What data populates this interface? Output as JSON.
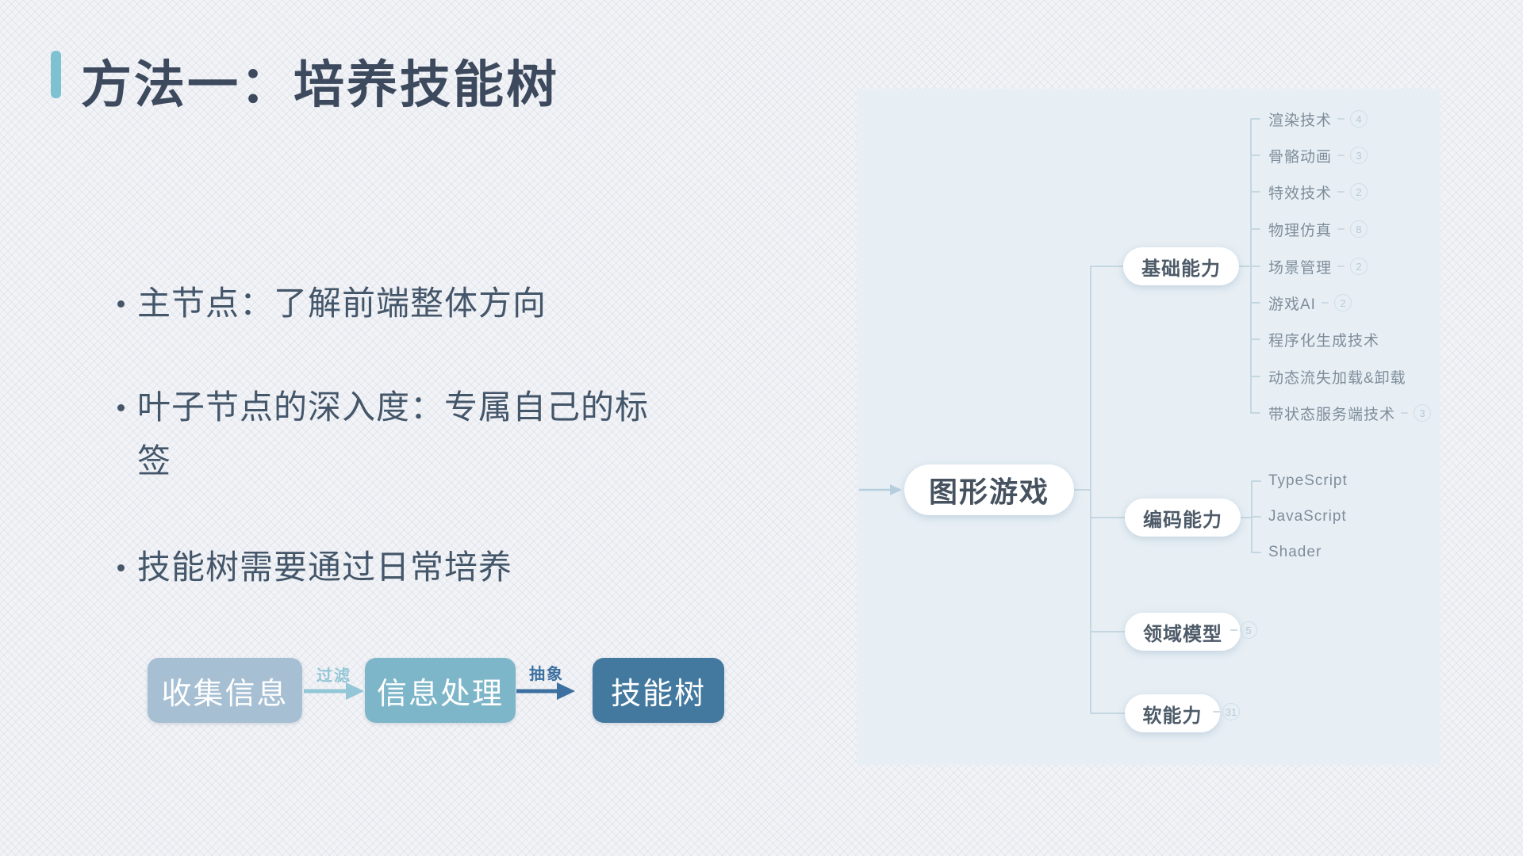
{
  "slide": {
    "title": "方法一：培养技能树",
    "bullets": [
      {
        "text": "主节点：了解前端整体方向"
      },
      {
        "text": "叶子节点的深入度：专属自己的标签"
      },
      {
        "text": "技能树需要通过日常培养"
      }
    ]
  },
  "flow": {
    "steps": [
      {
        "label": "收集信息",
        "color": "#a7bfd3"
      },
      {
        "label": "信息处理",
        "color": "#7db6c8"
      },
      {
        "label": "技能树",
        "color": "#44799f"
      }
    ],
    "arrows": [
      {
        "label": "过滤",
        "color": "#93c6d6"
      },
      {
        "label": "抽象",
        "color": "#3c70a0"
      }
    ]
  },
  "mindmap": {
    "root": {
      "label": "图形游戏"
    },
    "branches": [
      {
        "label": "基础能力",
        "children": [
          {
            "label": "渲染技术",
            "badge": "4"
          },
          {
            "label": "骨骼动画",
            "badge": "3"
          },
          {
            "label": "特效技术",
            "badge": "2"
          },
          {
            "label": "物理仿真",
            "badge": "8"
          },
          {
            "label": "场景管理",
            "badge": "2"
          },
          {
            "label": "游戏AI",
            "badge": "2"
          },
          {
            "label": "程序化生成技术"
          },
          {
            "label": "动态流失加载&卸载"
          },
          {
            "label": "带状态服务端技术",
            "badge": "3"
          }
        ]
      },
      {
        "label": "编码能力",
        "children": [
          {
            "label": "TypeScript"
          },
          {
            "label": "JavaScript"
          },
          {
            "label": "Shader"
          }
        ]
      },
      {
        "label": "领域模型",
        "badge": "5",
        "children": []
      },
      {
        "label": "软能力",
        "badge": "31",
        "children": []
      }
    ]
  },
  "colors": {
    "accent_bar": "#7ec1d0",
    "title_text": "#3d4a5e",
    "body_text": "#44566a",
    "mindmap_panel": "#e7eff4",
    "mindmap_lines": "#c4d7e1",
    "node_background": "#ffffff"
  }
}
